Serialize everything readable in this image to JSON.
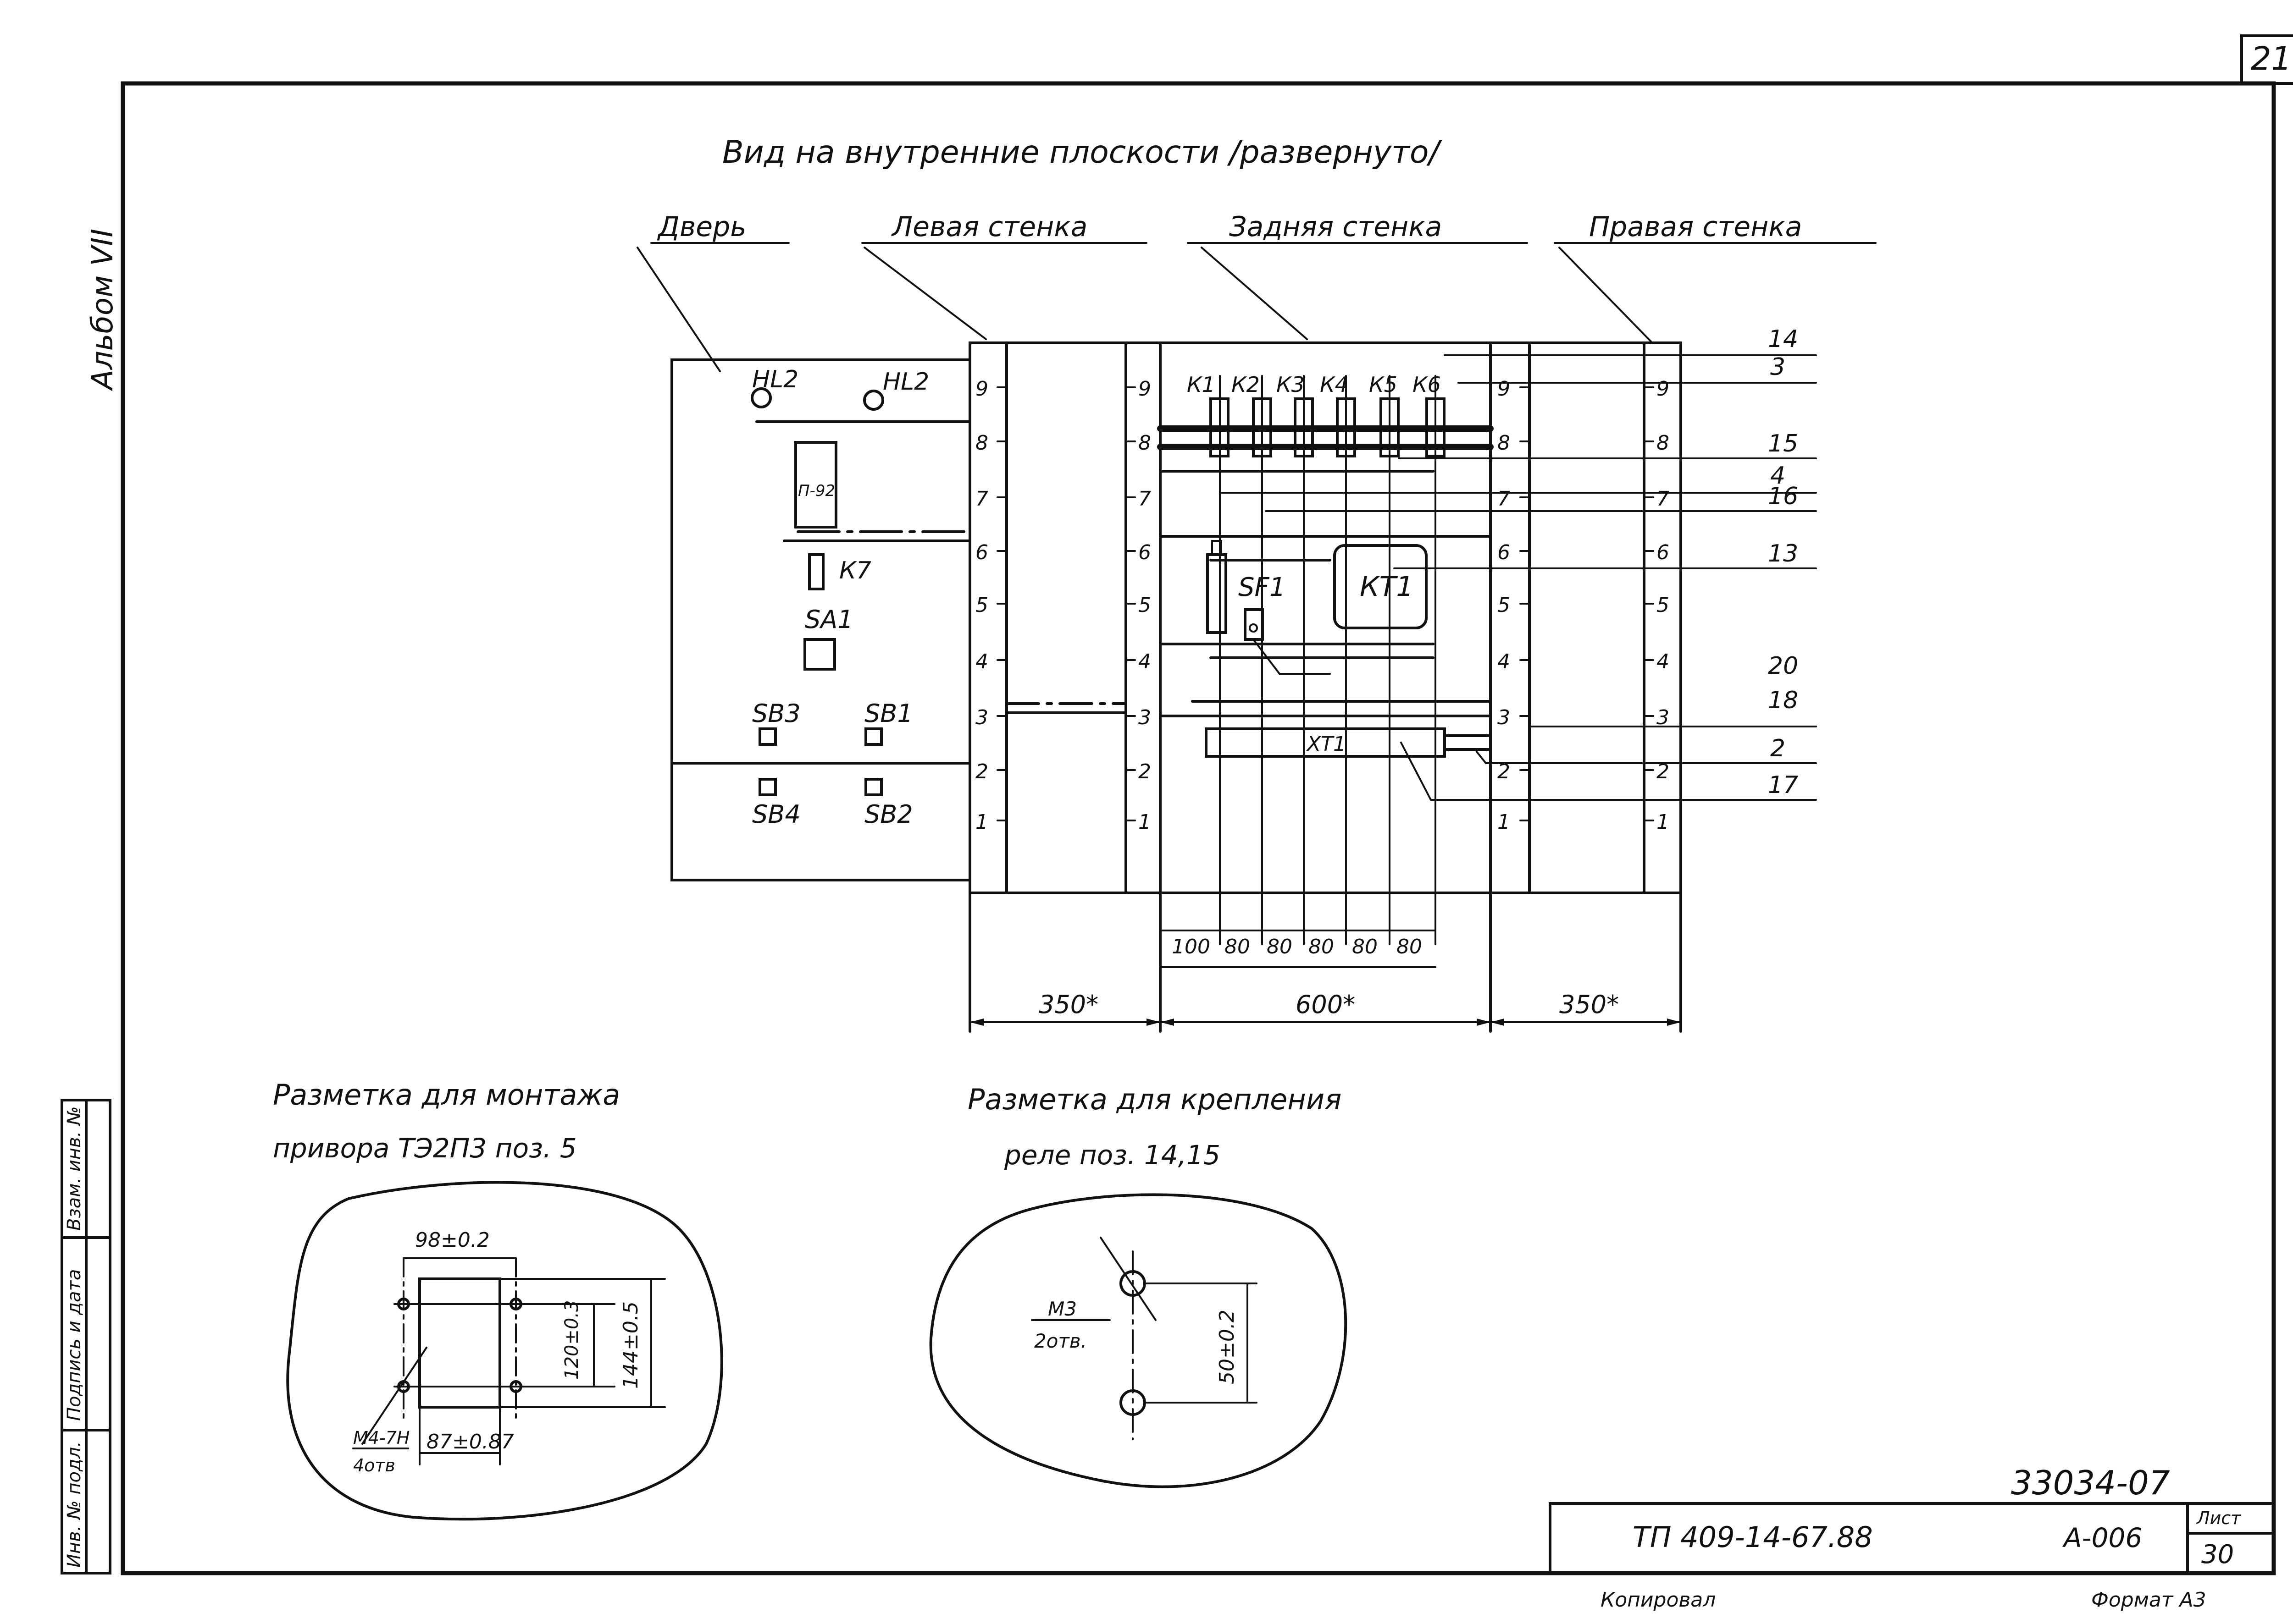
{
  "sheet_number_top": "21",
  "album_label": "Альбом VII",
  "main_title": "Вид на внутренние плоскости /развернуто/",
  "sections": {
    "door": "Дверь",
    "left_wall": "Левая стенка",
    "back_wall": "Задняя стенка",
    "right_wall": "Правая стенка"
  },
  "door_devices": {
    "hl2_a": "HL2",
    "hl2_b": "HL2",
    "p92": "П-92",
    "k7": "К7",
    "sa1": "SA1",
    "sb3": "SB3",
    "sb1": "SB1",
    "sb4": "SB4",
    "sb2": "SB2"
  },
  "relays": [
    "К1",
    "К2",
    "К3",
    "К4",
    "К5",
    "К6"
  ],
  "back_devices": {
    "sf1": "SF1",
    "kt1": "КТ1",
    "xt1": "ХТ1"
  },
  "rail_scale": [
    "1",
    "2",
    "3",
    "4",
    "5",
    "6",
    "7",
    "8",
    "9"
  ],
  "callouts": [
    "14",
    "3",
    "15",
    "4",
    "16",
    "13",
    "20",
    "18",
    "2",
    "17"
  ],
  "spacing_dims": [
    "100",
    "80",
    "80",
    "80",
    "80",
    "80"
  ],
  "overall_dims": {
    "left": "350*",
    "center": "600*",
    "right": "350*"
  },
  "marking_mount": {
    "title_line1": "Разметка для монтажа",
    "title_line2": "привора ТЭ2П3 поз. 5",
    "dim_top": "98±0.2",
    "dim_inner": "120±0.3",
    "dim_outer": "144±0.5",
    "dim_bottom": "87±0.87",
    "hole_line1": "М4-7Н",
    "hole_line2": "4отв"
  },
  "marking_relay": {
    "title_line1": "Разметка для крепления",
    "title_line2": "реле поз. 14,15",
    "hole_line1": "М3",
    "hole_line2": "2отв.",
    "dim_vertical": "50±0.2"
  },
  "stamp": {
    "archive_number": "33034-07",
    "doc_code": "ТП 409-14-67.88",
    "sheet_code": "А-006",
    "sheet_label": "Лист",
    "sheet_value": "30",
    "copied": "Копировал",
    "format": "Формат А3"
  },
  "side_stamp": [
    "Инв. № подл.",
    "Подпись и дата",
    "Взам. инв. №"
  ]
}
